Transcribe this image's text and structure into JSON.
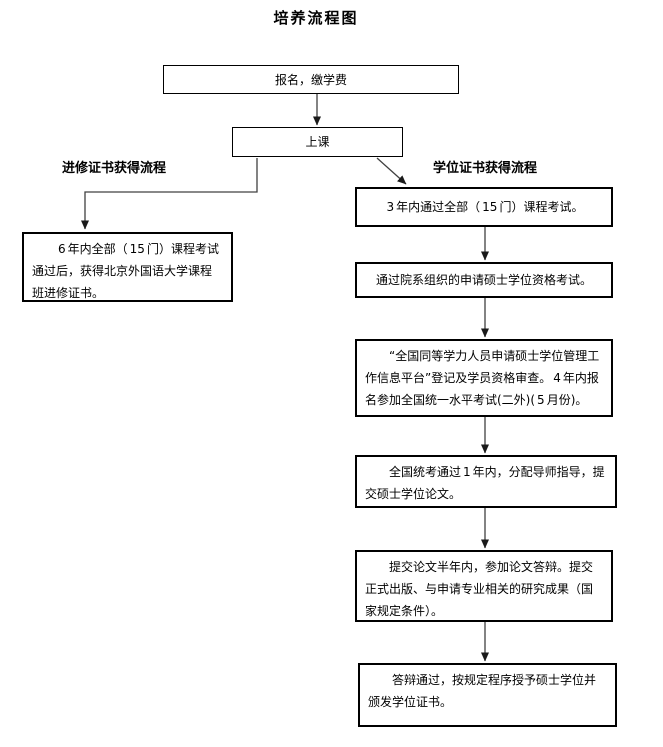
{
  "title": "培养流程图",
  "nodes": {
    "signup": "报名，缴学费",
    "attend": "上课"
  },
  "left_branch": {
    "label": "进修证书获得流程",
    "box": "6年内全部（15门）课程考试通过后，获得北京外国语大学课程班进修证书。"
  },
  "right_branch": {
    "label": "学位证书获得流程",
    "boxes": [
      "3年内通过全部（15门）课程考试。",
      "通过院系组织的申请硕士学位资格考试。",
      "“全国同等学力人员申请硕士学位管理工作信息平台”登记及学员资格审查。4年内报名参加全国统一水平考试(二外)(5月份)。",
      "全国统考通过1年内，分配导师指导，提交硕士学位论文。",
      "提交论文半年内，参加论文答辩。提交正式出版、与申请专业相关的研究成果（国家规定条件）。",
      "答辩通过，按规定程序授予硕士学位并颁发学位证书。"
    ]
  },
  "colors": {
    "background": "#ffffff",
    "text": "#000000",
    "box_border": "#000000",
    "connector_line": "#404040",
    "arrowhead": "#1a1a1a"
  }
}
